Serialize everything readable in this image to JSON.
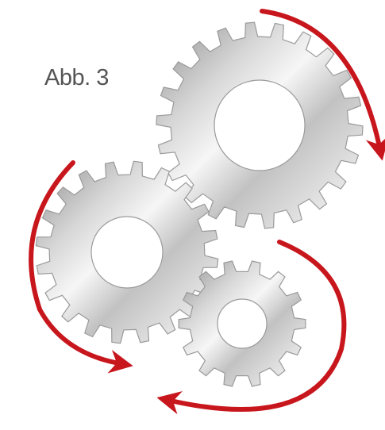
{
  "figure": {
    "label": "Abb. 3",
    "colors": {
      "arrow": "#c8161d",
      "gear_light": "#f4f4f4",
      "gear_mid": "#c9c9c9",
      "gear_dark": "#8e8e8e",
      "gear_edge": "#9a9a9a",
      "label_text": "#555555"
    },
    "gears": [
      {
        "name": "large-gear",
        "teeth": 22
      },
      {
        "name": "middle-gear",
        "teeth": 20
      },
      {
        "name": "small-gear",
        "teeth": 14
      }
    ],
    "arrows": [
      {
        "name": "large-gear-rotation-arrow",
        "direction": "clockwise"
      },
      {
        "name": "middle-gear-rotation-arrow",
        "direction": "counterclockwise"
      },
      {
        "name": "small-gear-rotation-arrow",
        "direction": "clockwise"
      }
    ]
  }
}
